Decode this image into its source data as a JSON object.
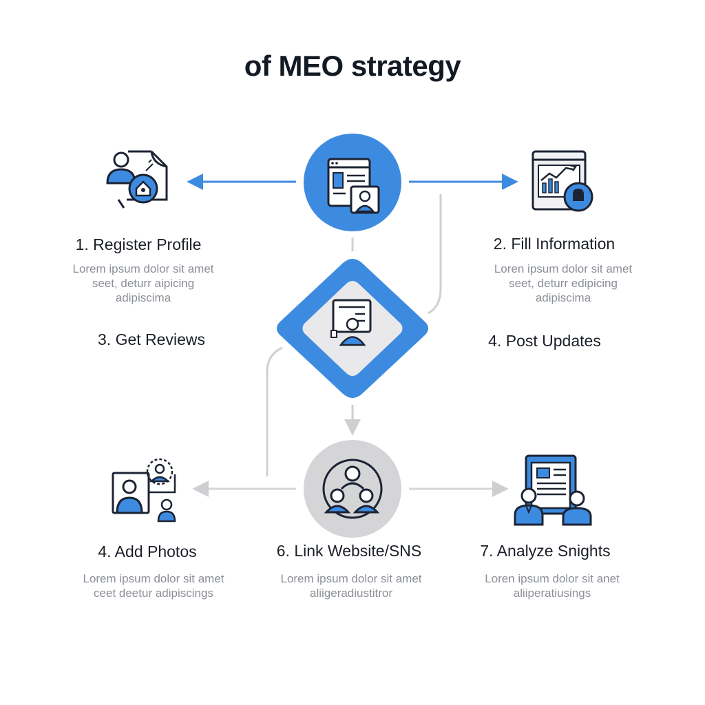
{
  "title": "of MEO strategy",
  "colors": {
    "accent": "#3d8be0",
    "dark": "#1c2333",
    "gray": "#d3d3d6",
    "line": "#d0d0d3",
    "text_muted": "#8b8f96"
  },
  "steps": [
    {
      "label": "1. Register Profile",
      "lines": [
        "Lorem ipsum dolor sit amet",
        "seet, deturr aipicing",
        "adipiscima"
      ]
    },
    {
      "label": "2. Fill Information",
      "lines": [
        "Loren ipsum dolor sit amet",
        "seet, deturr edipicing",
        "adipiscima"
      ]
    },
    {
      "label": "3. Get Reviews"
    },
    {
      "label": "4. Post Updates"
    },
    {
      "label": "4. Add Photos",
      "lines": [
        "Lorem ipsum dolor sit amet",
        "ceet deetur adipiscings"
      ]
    },
    {
      "label": "6. Link Website/SNS",
      "lines": [
        "Lorem ipsum dolor sit amet",
        "aliigeradiustitror"
      ]
    },
    {
      "label": "7. Analyze Snights",
      "lines": [
        "Loren ipsum dolor sit anet",
        "aliiperatiusings"
      ]
    }
  ],
  "icons": {
    "top_center": "browser-profile-icon",
    "center": "profile-card-icon",
    "bottom_center": "user-group-icon",
    "register": "user-location-icon",
    "fill": "analytics-chart-icon",
    "photos": "user-photos-icon",
    "insights": "team-report-icon"
  }
}
